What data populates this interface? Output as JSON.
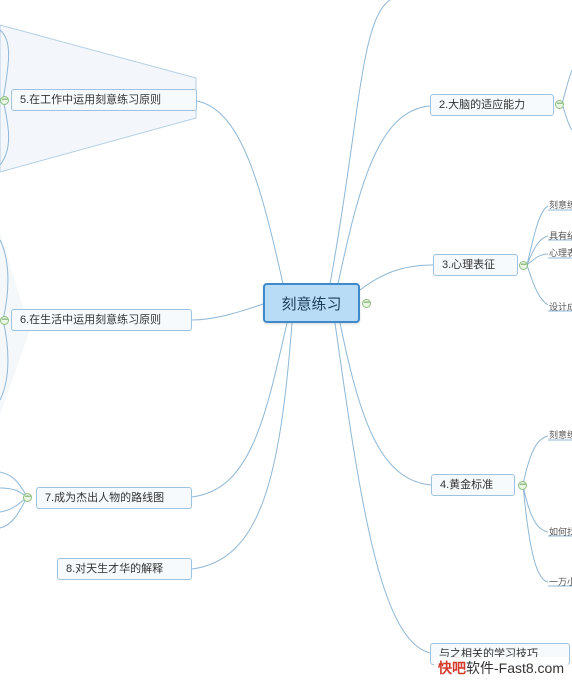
{
  "central": {
    "label": "刻意练习"
  },
  "left_nodes": [
    {
      "label": "5.在工作中运用刻意练习原则"
    },
    {
      "label": "6.在生活中运用刻意练习原则"
    },
    {
      "label": "7.成为杰出人物的路线图"
    },
    {
      "label": "8.对天生才华的解释"
    }
  ],
  "right_nodes": [
    {
      "label": "2.大脑的适应能力"
    },
    {
      "label": "3.心理表征"
    },
    {
      "label": "4.黄金标准"
    },
    {
      "label": "与之相关的学习技巧"
    }
  ],
  "fragments": [
    "刻意练",
    "具有纪",
    "心理表",
    "设计成",
    "刻意练",
    "如何找",
    "一万小"
  ],
  "watermark": {
    "part1": "快吧",
    "part2": "软件-Fast8.com"
  },
  "colors": {
    "line": "#8fb7d6",
    "node_border": "#9fc3de",
    "central_fill": "#b9dcf6",
    "central_border": "#3e8acb"
  }
}
